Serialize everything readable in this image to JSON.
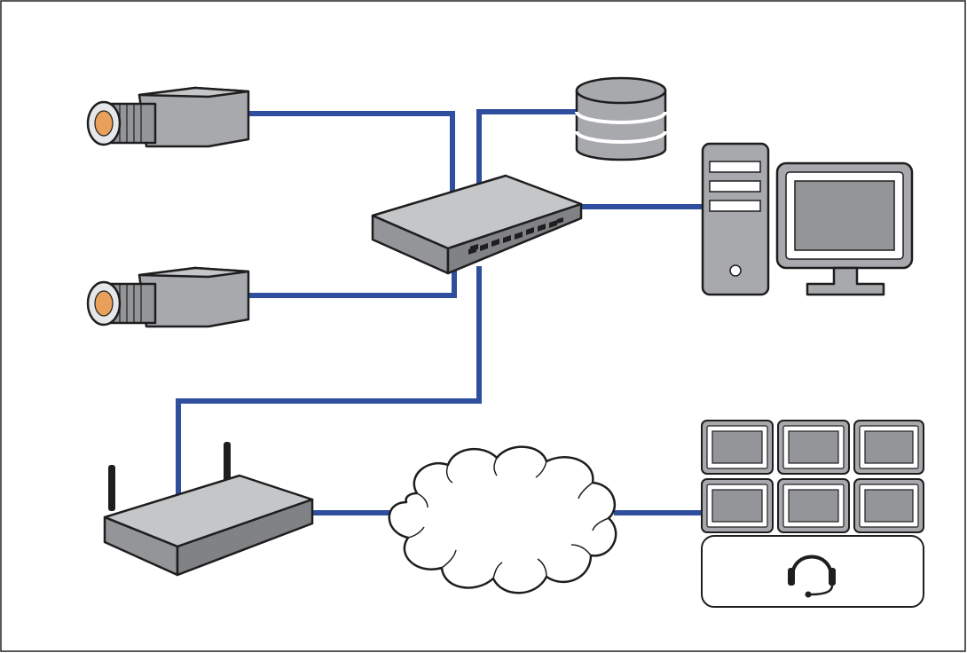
{
  "diagram": {
    "type": "network-topology",
    "nodes": [
      {
        "id": "camera-1",
        "icon": "ip-camera-icon"
      },
      {
        "id": "camera-2",
        "icon": "ip-camera-icon"
      },
      {
        "id": "storage",
        "icon": "database-icon"
      },
      {
        "id": "switch",
        "icon": "network-switch-icon"
      },
      {
        "id": "workstation",
        "icon": "computer-workstation-icon"
      },
      {
        "id": "router",
        "icon": "wireless-router-icon"
      },
      {
        "id": "internet",
        "icon": "cloud-icon"
      },
      {
        "id": "monitoring-center",
        "icon": "video-wall-operator-icon"
      }
    ],
    "edges": [
      {
        "from": "camera-1",
        "to": "switch"
      },
      {
        "from": "camera-2",
        "to": "switch"
      },
      {
        "from": "storage",
        "to": "switch"
      },
      {
        "from": "switch",
        "to": "workstation"
      },
      {
        "from": "switch",
        "to": "router"
      },
      {
        "from": "router",
        "to": "internet"
      },
      {
        "from": "internet",
        "to": "monitoring-center"
      }
    ]
  },
  "colors": {
    "cable": "#2f4f9e",
    "device_fill": "#a7a9ac",
    "device_dark": "#808285",
    "outline": "#1e1e1e",
    "camera_lens": "#e8a05a"
  }
}
